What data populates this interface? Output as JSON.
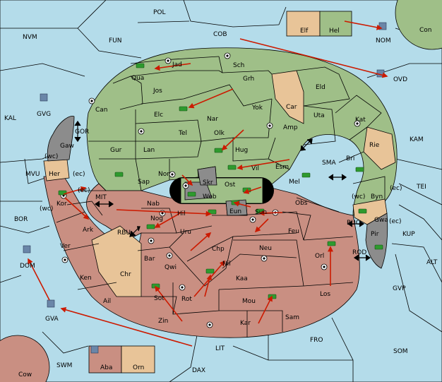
{
  "colors": {
    "sea": "#b4dcea",
    "player_green": "#9fbf88",
    "player_red": "#c98f82",
    "neutral_tan": "#e8c498",
    "impassable_gray": "#8c8c8c",
    "order_arrow": "#cc1a00"
  },
  "seas": {
    "pol": "POL",
    "nvm": "NVM",
    "fun": "FUN",
    "cob": "COB",
    "nom": "NOM",
    "ovd": "OVD",
    "con": "Con",
    "kal": "KAL",
    "gvg": "GVG",
    "gor": "GOR",
    "mvu": "MVU",
    "mit": "MIT",
    "bor": "BOR",
    "rbu": "RBU",
    "kam": "KAM",
    "sma": "SMA",
    "tei": "TEI",
    "buc": "BUC",
    "kup": "KUP",
    "rod": "ROD",
    "alt": "ALT",
    "gvp": "GVP",
    "dom": "DOM",
    "gva": "GVA",
    "fro": "FRO",
    "som": "SOM",
    "lit": "LIT",
    "swm": "SWM",
    "dax": "DAX",
    "cow": "Cow"
  },
  "inset_top": {
    "elf": "Elf",
    "hel": "Hel"
  },
  "inset_bottom": {
    "aba": "Aba",
    "orn": "Orn"
  },
  "green_territories": {
    "jad": "Jad",
    "sch": "Sch",
    "qua": "Qua",
    "jos": "Jos",
    "grh": "Grh",
    "can": "Can",
    "elc": "Elc",
    "nar": "Nar",
    "yok": "Yok",
    "car": "Car",
    "eld": "Eld",
    "uta": "Uta",
    "kat": "Kat",
    "tel": "Tel",
    "olk": "Olk",
    "amp": "Amp",
    "gur": "Gur",
    "lan": "Lan",
    "hug": "Hug",
    "rie": "Rie",
    "bri": "Bri",
    "esm": "Esm",
    "vil": "Vil",
    "nor": "Nor",
    "sap": "Sap",
    "skr": "Skr",
    "ost": "Ost",
    "mel": "Mel",
    "byn": "Byn",
    "gwa": "Gwa",
    "gaw": "Gaw",
    "her": "Her",
    "pir": "Pir"
  },
  "red_territories": {
    "web": "Web",
    "kor": "Kor",
    "nab": "Nab",
    "hil": "Hil",
    "eun": "Eun",
    "sun": "Sun",
    "obs": "Obs",
    "ark": "Ark",
    "nog": "Nog",
    "uru": "Uru",
    "feu": "Feu",
    "ver": "Ver",
    "chr": "Chr",
    "chp": "Chp",
    "neu": "Neu",
    "orl": "Orl",
    "bar": "Bar",
    "qwi": "Qwi",
    "nil": "Nil",
    "ken": "Ken",
    "kaa": "Kaa",
    "ail": "Ail",
    "sot": "Sot",
    "rot": "Rot",
    "mou": "Mou",
    "los": "Los",
    "zin": "Zin",
    "kar": "Kar",
    "sam": "Sam"
  },
  "coast_markers": {
    "wc": "(wc)",
    "ec": "(ec)"
  }
}
